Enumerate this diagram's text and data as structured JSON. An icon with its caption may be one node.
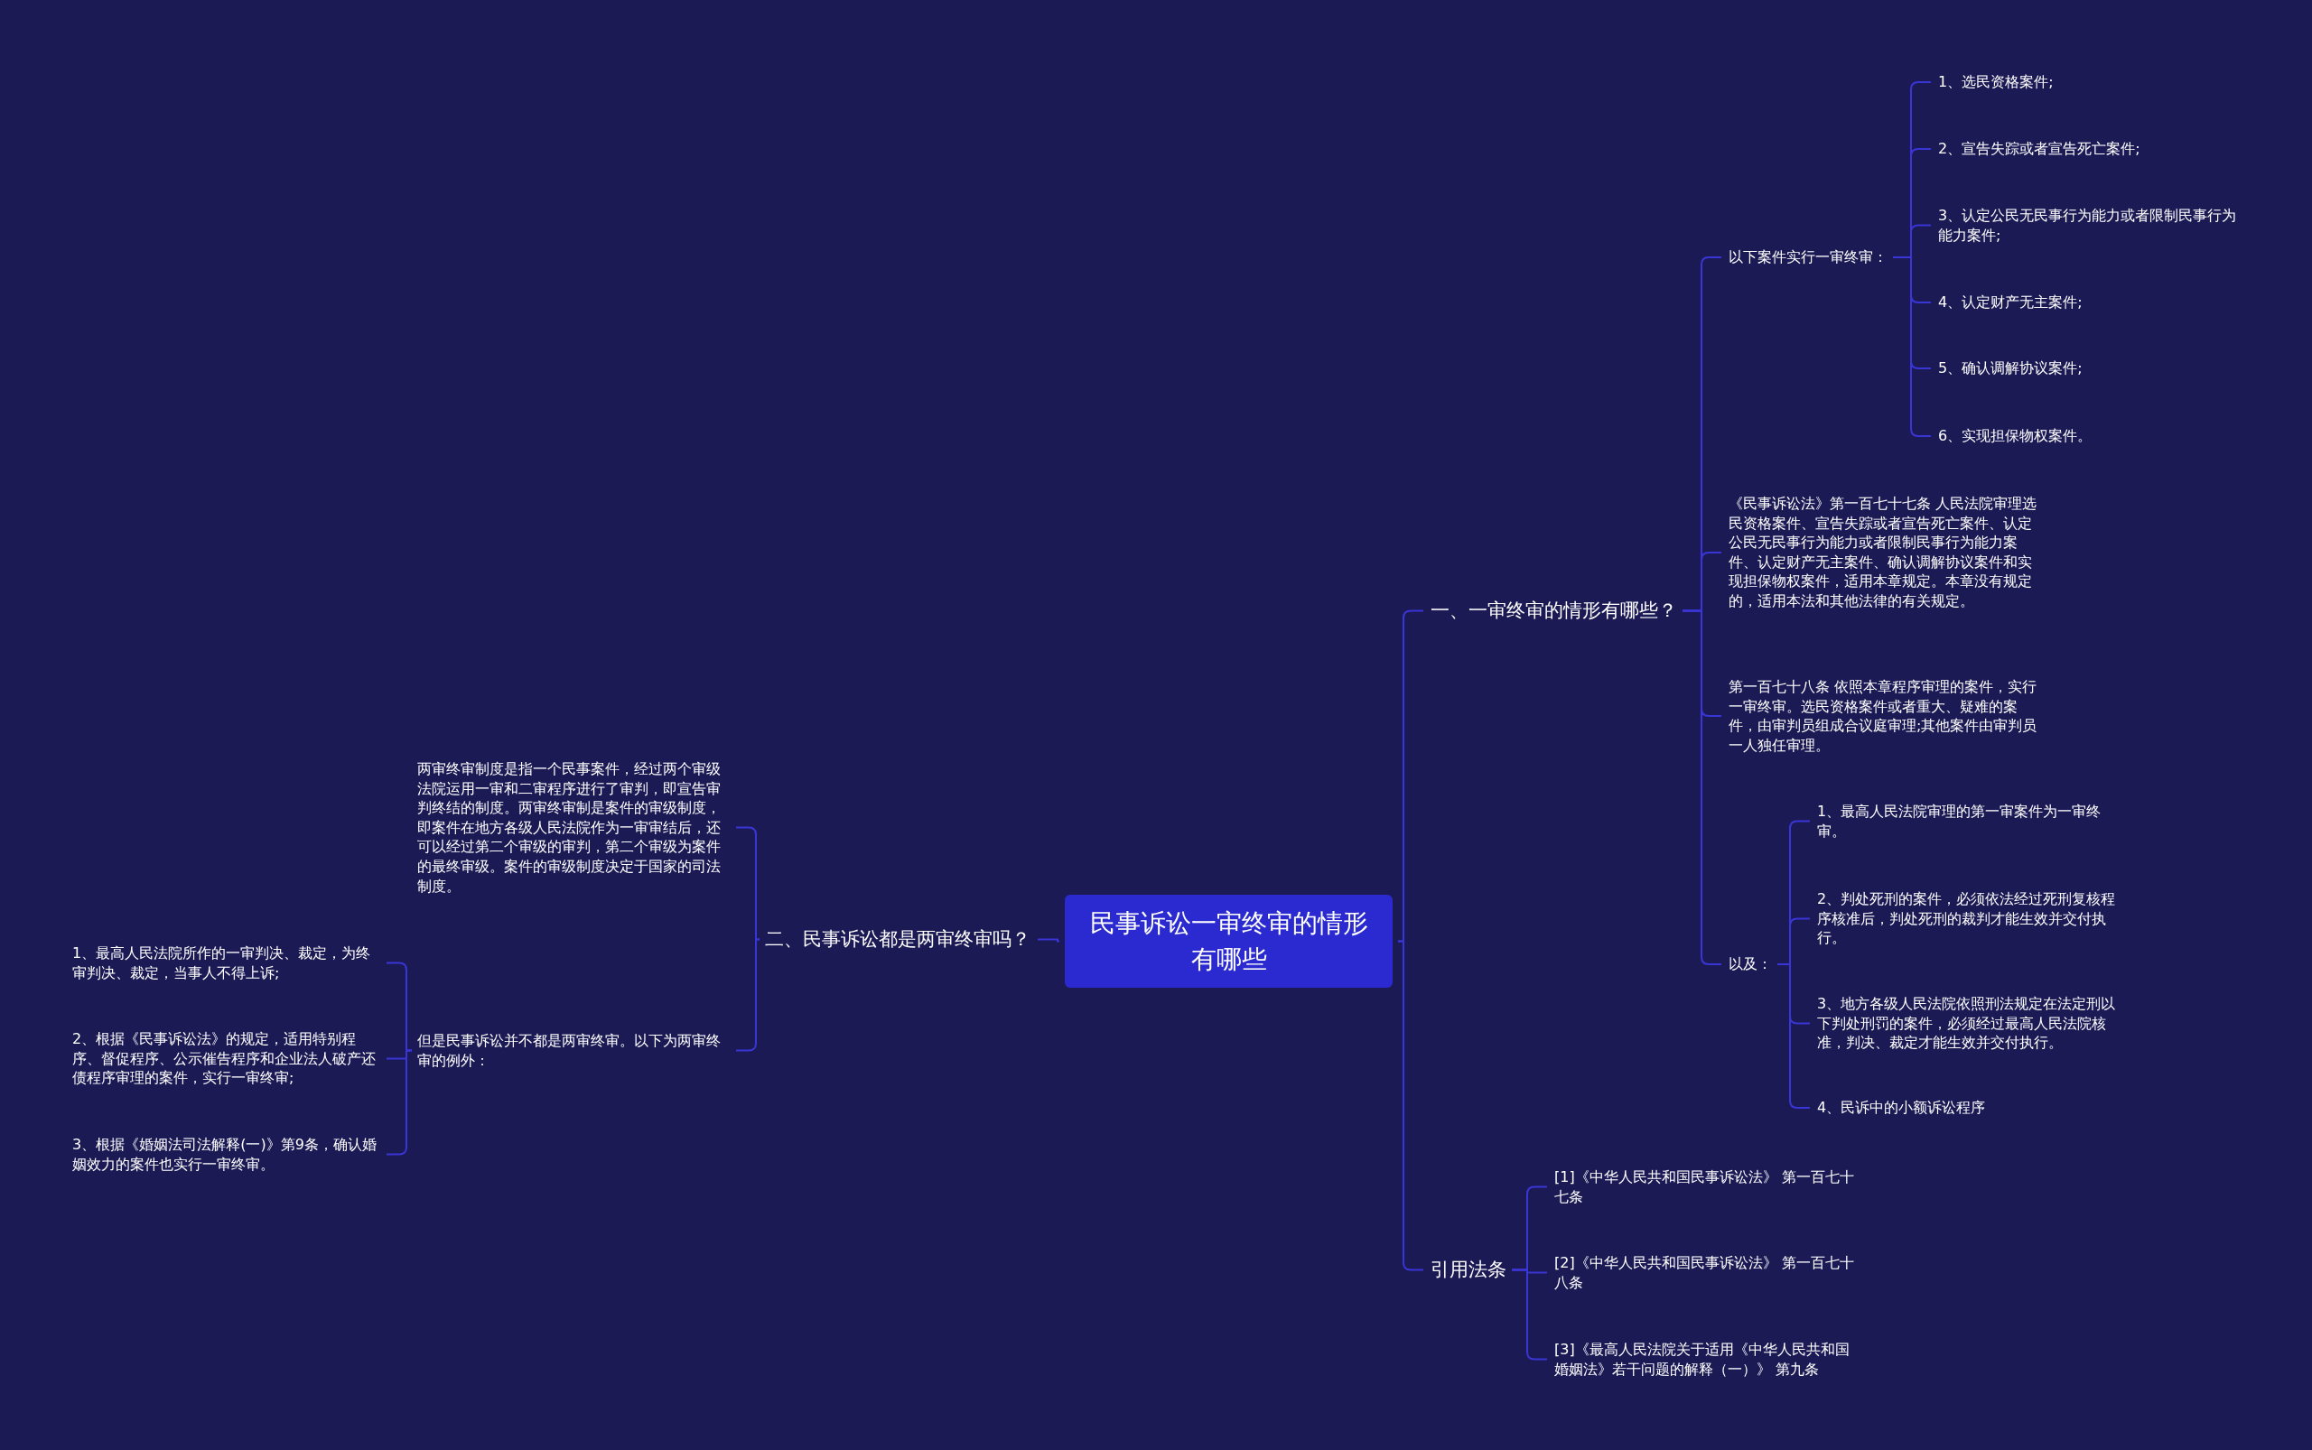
{
  "diagram": {
    "nodes": [
      {
        "text": [
          "民事诉讼一审终审的情形有哪些"
        ]
      },
      {
        "text": [
          "一、一审终审的情形有哪些？"
        ]
      },
      {
        "text": [
          "以下案件实行一审终审："
        ]
      },
      {
        "text": [
          "1、选民资格案件;"
        ]
      },
      {
        "text": [
          "2、宣告失踪或者宣告死亡案件;"
        ]
      },
      {
        "text": [
          "3、认定公民无民事行为能力或者限制民事行为能力案件;"
        ]
      },
      {
        "text": [
          "4、认定财产无主案件;"
        ]
      },
      {
        "text": [
          "5、确认调解协议案件;"
        ]
      },
      {
        "text": [
          "6、实现担保物权案件。"
        ]
      },
      {
        "text": [
          "《民事诉讼法》第一百七十七条 人民法院审理选民资格案件、宣告失踪或者宣告死亡案件、认定公民无民事行为能力或者限制民事行为能力案件、认定财产无主案件、确认调解协议案件和实现担保物权案件，适用本章规定。本章没有规定的，适用本法和其他法律的有关规定。"
        ]
      },
      {
        "text": [
          "第一百七十八条 依照本章程序审理的案件，实行一审终审。选民资格案件或者重大、疑难的案件，由审判员组成合议庭审理;其他案件由审判员一人独任审理。"
        ]
      },
      {
        "text": [
          "以及："
        ]
      },
      {
        "text": [
          "1、最高人民法院审理的第一审案件为一审终审。"
        ]
      },
      {
        "text": [
          "2、判处死刑的案件，必须依法经过死刑复核程序核准后，判处死刑的裁判才能生效并交付执行。"
        ]
      },
      {
        "text": [
          "3、地方各级人民法院依照刑法规定在法定刑以下判处刑罚的案件，必须经过最高人民法院核准，判决、裁定才能生效并交付执行。"
        ]
      },
      {
        "text": [
          "4、民诉中的小额诉讼程序"
        ]
      },
      {
        "text": [
          "引用法条"
        ]
      },
      {
        "text": [
          "[1]《中华人民共和国民事诉讼法》 第一百七十七条"
        ]
      },
      {
        "text": [
          "[2]《中华人民共和国民事诉讼法》 第一百七十八条"
        ]
      },
      {
        "text": [
          "[3]《最高人民法院关于适用《中华人民共和国婚姻法》若干问题的解释（一）》 第九条"
        ]
      },
      {
        "text": [
          "二、民事诉讼都是两审终审吗？"
        ]
      },
      {
        "text": [
          "两审终审制度是指一个民事案件，经过两个审级法院运用一审和二审程序进行了审判，即宣告审判终结的制度。两审终审制是案件的审级制度，即案件在地方各级人民法院作为一审审结后，还可以经过第二个审级的审判，第二个审级为案件的最终审级。案件的审级制度决定于国家的司法制度。"
        ]
      },
      {
        "text": [
          "但是民事诉讼并不都是两审终审。以下为两审终审的例外："
        ]
      },
      {
        "text": [
          "1、最高人民法院所作的一审判决、裁定，为终审判决、裁定，当事人不得上诉;"
        ]
      },
      {
        "text": [
          "2、根据《民事诉讼法》的规定，适用特别程序、督促程序、公示催告程序和企业法人破产还债程序审理的案件，实行一审终审;"
        ]
      },
      {
        "text": [
          "3、根据《婚姻法司法解释(一)》第9条，确认婚姻效力的案件也实行一审终审。"
        ]
      }
    ],
    "edges": [
      {
        "from": 0,
        "to": 1,
        "arrow": "none"
      },
      {
        "from": 1,
        "to": 2,
        "arrow": "none"
      },
      {
        "from": 2,
        "to": 3,
        "arrow": "none"
      },
      {
        "from": 2,
        "to": 4,
        "arrow": "none"
      },
      {
        "from": 2,
        "to": 5,
        "arrow": "none"
      },
      {
        "from": 2,
        "to": 6,
        "arrow": "none"
      },
      {
        "from": 2,
        "to": 7,
        "arrow": "none"
      },
      {
        "from": 2,
        "to": 8,
        "arrow": "none"
      },
      {
        "from": 1,
        "to": 9,
        "arrow": "none"
      },
      {
        "from": 1,
        "to": 10,
        "arrow": "none"
      },
      {
        "from": 1,
        "to": 11,
        "arrow": "none"
      },
      {
        "from": 11,
        "to": 12,
        "arrow": "none"
      },
      {
        "from": 11,
        "to": 13,
        "arrow": "none"
      },
      {
        "from": 11,
        "to": 14,
        "arrow": "none"
      },
      {
        "from": 11,
        "to": 15,
        "arrow": "none"
      },
      {
        "from": 0,
        "to": 16,
        "arrow": "none"
      },
      {
        "from": 16,
        "to": 17,
        "arrow": "none"
      },
      {
        "from": 16,
        "to": 18,
        "arrow": "none"
      },
      {
        "from": 16,
        "to": 19,
        "arrow": "none"
      },
      {
        "from": 0,
        "to": 20,
        "arrow": "none"
      },
      {
        "from": 20,
        "to": 21,
        "arrow": "none"
      },
      {
        "from": 20,
        "to": 22,
        "arrow": "none"
      },
      {
        "from": 22,
        "to": 23,
        "arrow": "none"
      },
      {
        "from": 22,
        "to": 24,
        "arrow": "none"
      },
      {
        "from": 22,
        "to": 25,
        "arrow": "none"
      }
    ]
  }
}
